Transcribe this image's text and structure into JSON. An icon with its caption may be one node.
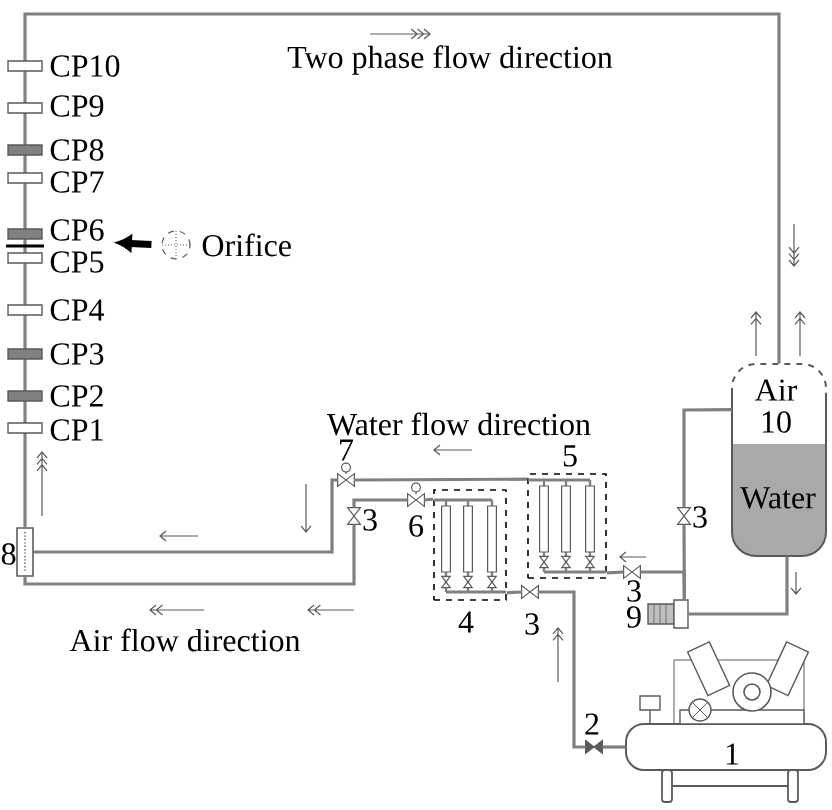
{
  "diagram": {
    "nodes": [
      {
        "text": [
          "CP6"
        ]
      },
      {
        "text": [],
        "shape": "circle",
        "beside": [
          "Orifice"
        ]
      },
      {
        "text": [
          "Air",
          "10",
          "Water"
        ]
      },
      {
        "text": [],
        "shape": "box",
        "beside": [
          "8"
        ]
      },
      {
        "text": [],
        "shape": "box",
        "beside": [
          "5"
        ]
      },
      {
        "text": [],
        "shape": "valve",
        "beside": [
          "7"
        ]
      },
      {
        "text": [],
        "shape": "box",
        "beside": [
          "4"
        ]
      },
      {
        "text": [],
        "shape": "valve",
        "beside": [
          "6"
        ]
      },
      {
        "text": [],
        "shape": "valve",
        "beside": [
          "3"
        ]
      },
      {
        "text": [],
        "shape": "valve",
        "beside": [
          "3"
        ]
      },
      {
        "text": [],
        "shape": "valve",
        "beside": [
          "3"
        ]
      },
      {
        "text": [],
        "shape": "picture",
        "beside": [
          "9"
        ]
      },
      {
        "text": [],
        "shape": "valve",
        "beside": [
          "3"
        ]
      },
      {
        "text": [],
        "shape": "valve",
        "beside": [
          "2"
        ]
      },
      {
        "text": [
          "1"
        ]
      }
    ],
    "edges": [
      {
        "from": 3,
        "to": 2,
        "arrow": "none"
      },
      {
        "from": 5,
        "to": 3,
        "arrow": "none"
      },
      {
        "from": 8,
        "to": 3,
        "arrow": "none"
      },
      {
        "from": 4,
        "to": 5,
        "arrow": "none"
      },
      {
        "from": 7,
        "to": 8,
        "arrow": "none"
      },
      {
        "from": 6,
        "to": 7,
        "arrow": "none"
      },
      {
        "from": 10,
        "to": 4,
        "arrow": "none"
      },
      {
        "from": 11,
        "to": 10,
        "arrow": "none"
      },
      {
        "from": 11,
        "to": 9,
        "arrow": "none"
      },
      {
        "from": 9,
        "to": 2,
        "arrow": "none"
      },
      {
        "from": 2,
        "to": 11,
        "arrow": "none"
      },
      {
        "from": 12,
        "to": 6,
        "arrow": "none"
      },
      {
        "from": 13,
        "to": 12,
        "arrow": "none"
      },
      {
        "from": 14,
        "to": 13,
        "arrow": "none"
      },
      {
        "from": 1,
        "to": 0,
        "arrow": "to",
        "style": "thick",
        "color": "#000000"
      }
    ],
    "labels": [
      "Two phase flow direction",
      "CP10",
      "CP9",
      "CP8",
      "CP7",
      "CP5",
      "CP4",
      "CP3",
      "CP2",
      "CP1",
      "Water flow direction",
      "Air flow direction"
    ]
  }
}
